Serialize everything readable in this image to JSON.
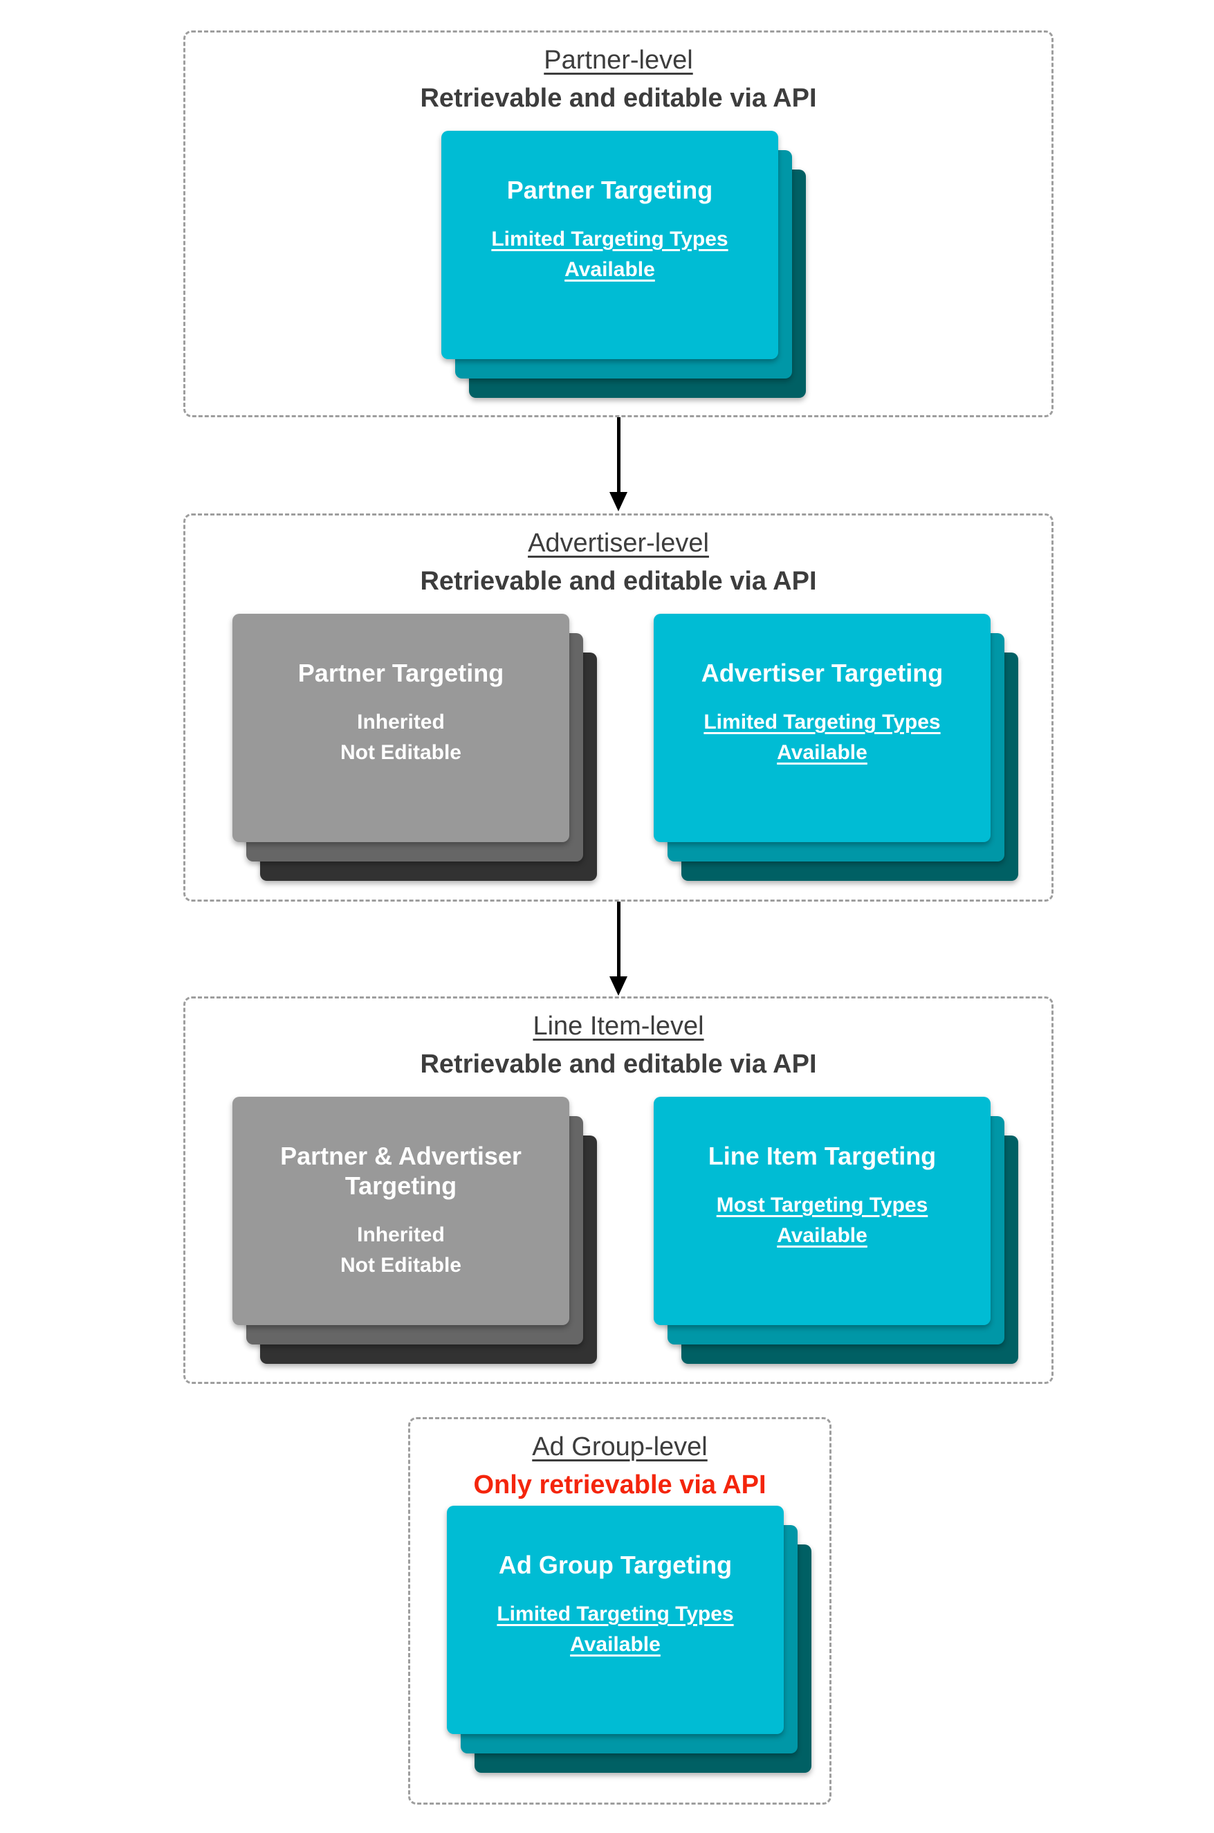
{
  "colors": {
    "cyan_card_front": "#00bcd4",
    "cyan_card_mid": "#0097a7",
    "cyan_card_back": "#006064",
    "gray_card_front": "#999999",
    "gray_card_mid": "#666666",
    "gray_card_back": "#323232",
    "heading_text": "#3d3d3d",
    "alert_red": "#f4250c",
    "panel_border": "#9e9e9e",
    "card_text": "#ffffff",
    "arrow": "#000000"
  },
  "sections": [
    {
      "id": "partner-level",
      "title": "Partner-level",
      "subtitle": "Retrievable and editable via API",
      "cards": [
        {
          "style": "cyan",
          "title": "Partner Targeting",
          "sub": [
            "Limited Targeting Types",
            "Available"
          ]
        }
      ]
    },
    {
      "id": "advertiser-level",
      "title": "Advertiser-level",
      "subtitle": "Retrievable and editable via API",
      "cards": [
        {
          "style": "gray",
          "title": "Partner Targeting",
          "sub": [
            "Inherited",
            "Not Editable"
          ]
        },
        {
          "style": "cyan",
          "title": "Advertiser Targeting",
          "sub": [
            "Limited Targeting Types",
            "Available"
          ]
        }
      ]
    },
    {
      "id": "line-item-level",
      "title": "Line Item-level",
      "subtitle": "Retrievable and editable via API",
      "cards": [
        {
          "style": "gray",
          "title": "Partner & Advertiser Targeting",
          "sub": [
            "Inherited",
            "Not Editable"
          ]
        },
        {
          "style": "cyan",
          "title": "Line Item Targeting",
          "sub": [
            "Most Targeting Types",
            "Available"
          ]
        }
      ]
    },
    {
      "id": "ad-group-level",
      "title": "Ad Group-level",
      "subtitle": "Only retrievable via API",
      "cards": [
        {
          "style": "cyan",
          "title": "Ad Group Targeting",
          "sub": [
            "Limited Targeting Types",
            "Available"
          ]
        }
      ]
    }
  ],
  "arrows": [
    {
      "direction": "down",
      "from": "partner-level",
      "to": "advertiser-level"
    },
    {
      "direction": "down",
      "from": "advertiser-level",
      "to": "line-item-level"
    }
  ]
}
